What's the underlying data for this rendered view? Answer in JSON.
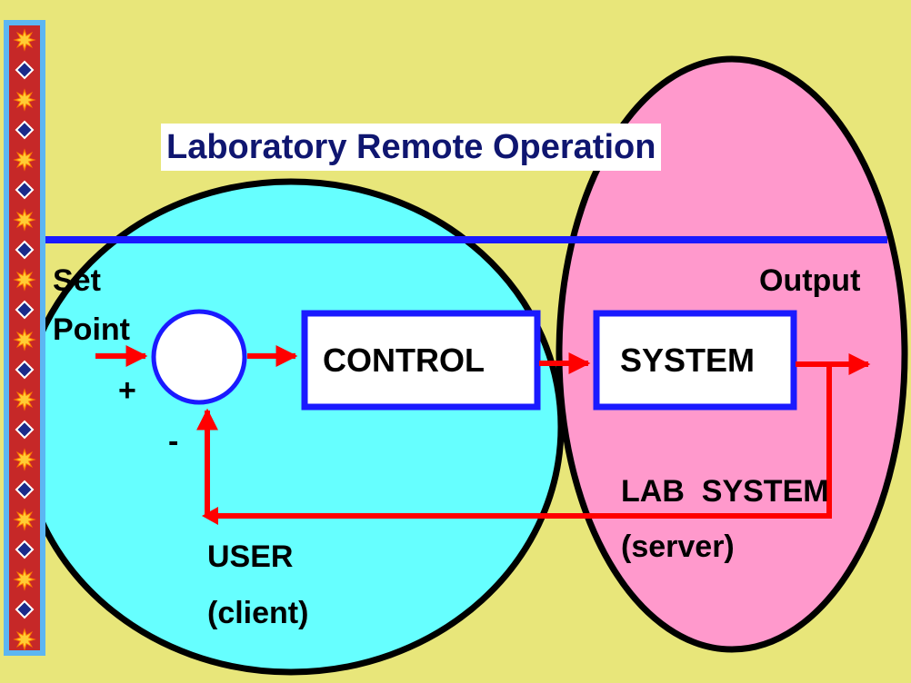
{
  "colors": {
    "background": "#e8e67a",
    "client_ellipse": "#66ffff",
    "server_ellipse": "#ff99cc",
    "title_text": "#0f1670",
    "block_border": "#1a1aff",
    "blue_line": "#1a1aff",
    "arrows": "#ff0000",
    "side_strip": "#c62828"
  },
  "title": "Laboratory Remote Operation",
  "labels": {
    "set_point_1": "Set",
    "set_point_2": "Point",
    "plus": "+",
    "minus": "-",
    "output": "Output",
    "control": "CONTROL",
    "system": "SYSTEM",
    "lab_system": "LAB  SYSTEM",
    "server": "(server)",
    "user": "USER",
    "client": "(client)"
  },
  "side_strip": {
    "icon": "star-diamond-pattern"
  }
}
